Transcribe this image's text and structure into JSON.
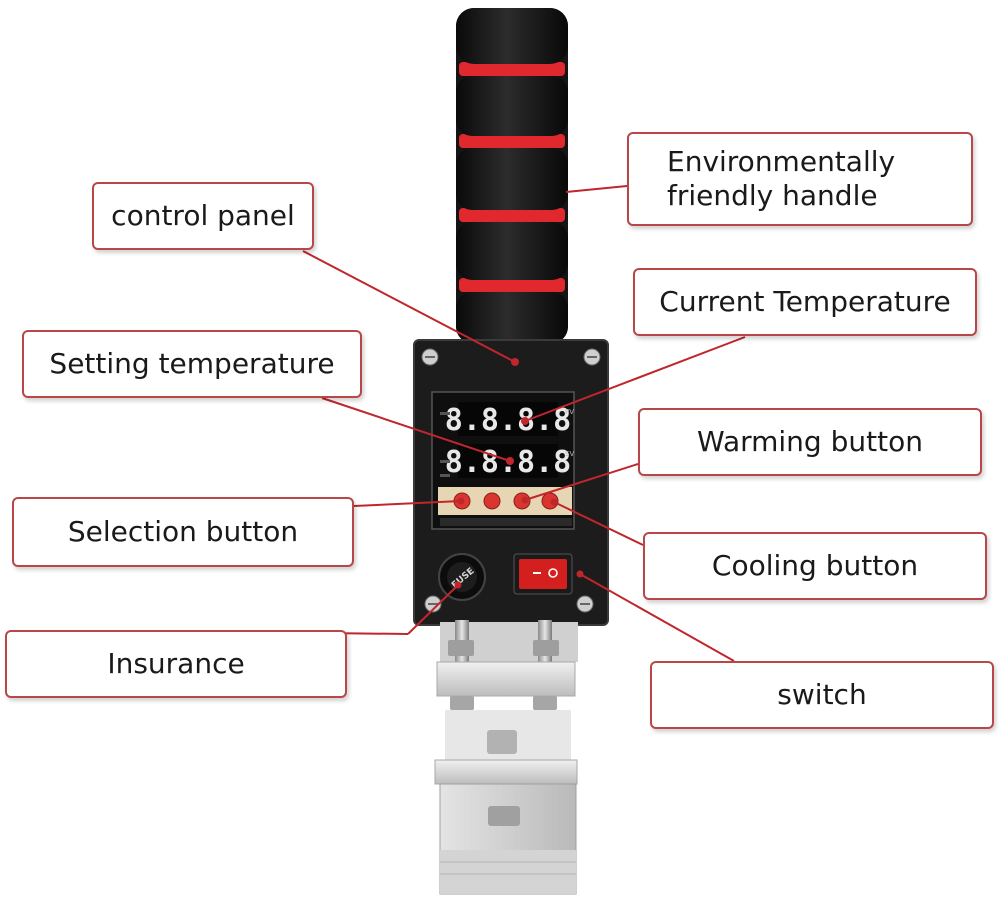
{
  "labels": {
    "control_panel": "control panel",
    "handle_line1": "Environmentally",
    "handle_line2": "friendly handle",
    "current_temperature": "Current Temperature",
    "setting_temperature": "Setting temperature",
    "warming_button": "Warming button",
    "selection_button": "Selection button",
    "cooling_button": "Cooling button",
    "insurance": "Insurance",
    "switch": "switch"
  },
  "device": {
    "display_pv": "8.8.8.8",
    "display_sv": "8.8.8.8",
    "display_tag_pv": "PV",
    "display_tag_sv": "SV",
    "fuse_text": "FUSE"
  },
  "colors": {
    "leader_line": "#c0262c",
    "box_border": "#b8474a",
    "handle_foam": "#141414",
    "handle_band": "#e2282f",
    "panel_body": "#1c1c1c",
    "display_digits": "#e8e8e8",
    "button_strip": "#e7d6b4",
    "button_face": "#d9362f",
    "rocker_switch": "#d41f1f",
    "plate": "#d9d9d9",
    "metal": "#b4b4b4"
  }
}
